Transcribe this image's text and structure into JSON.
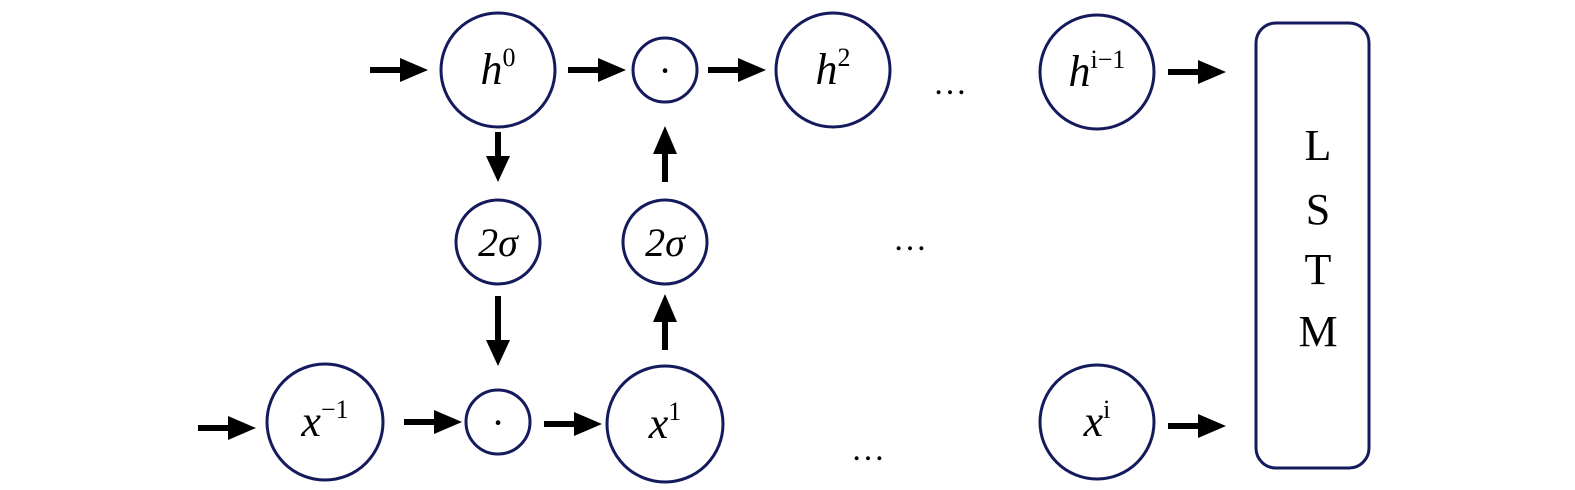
{
  "nodes": {
    "h0": {
      "base": "h",
      "sup": "0"
    },
    "h2": {
      "base": "h",
      "sup": "2"
    },
    "hi1": {
      "base": "h",
      "sup": "i−1"
    },
    "xm1": {
      "base": "x",
      "sup": "−1"
    },
    "x1": {
      "base": "x",
      "sup": "1"
    },
    "xi": {
      "base": "x",
      "sup": "i"
    },
    "sigma_left": "2σ",
    "sigma_right": "2σ",
    "mult_top": "·",
    "mult_bottom": "·"
  },
  "ellipsis": "…",
  "lstm_letters": [
    "L",
    "S",
    "T",
    "M"
  ],
  "colors": {
    "node_stroke": "#141a5c",
    "arrow": "#000000"
  }
}
